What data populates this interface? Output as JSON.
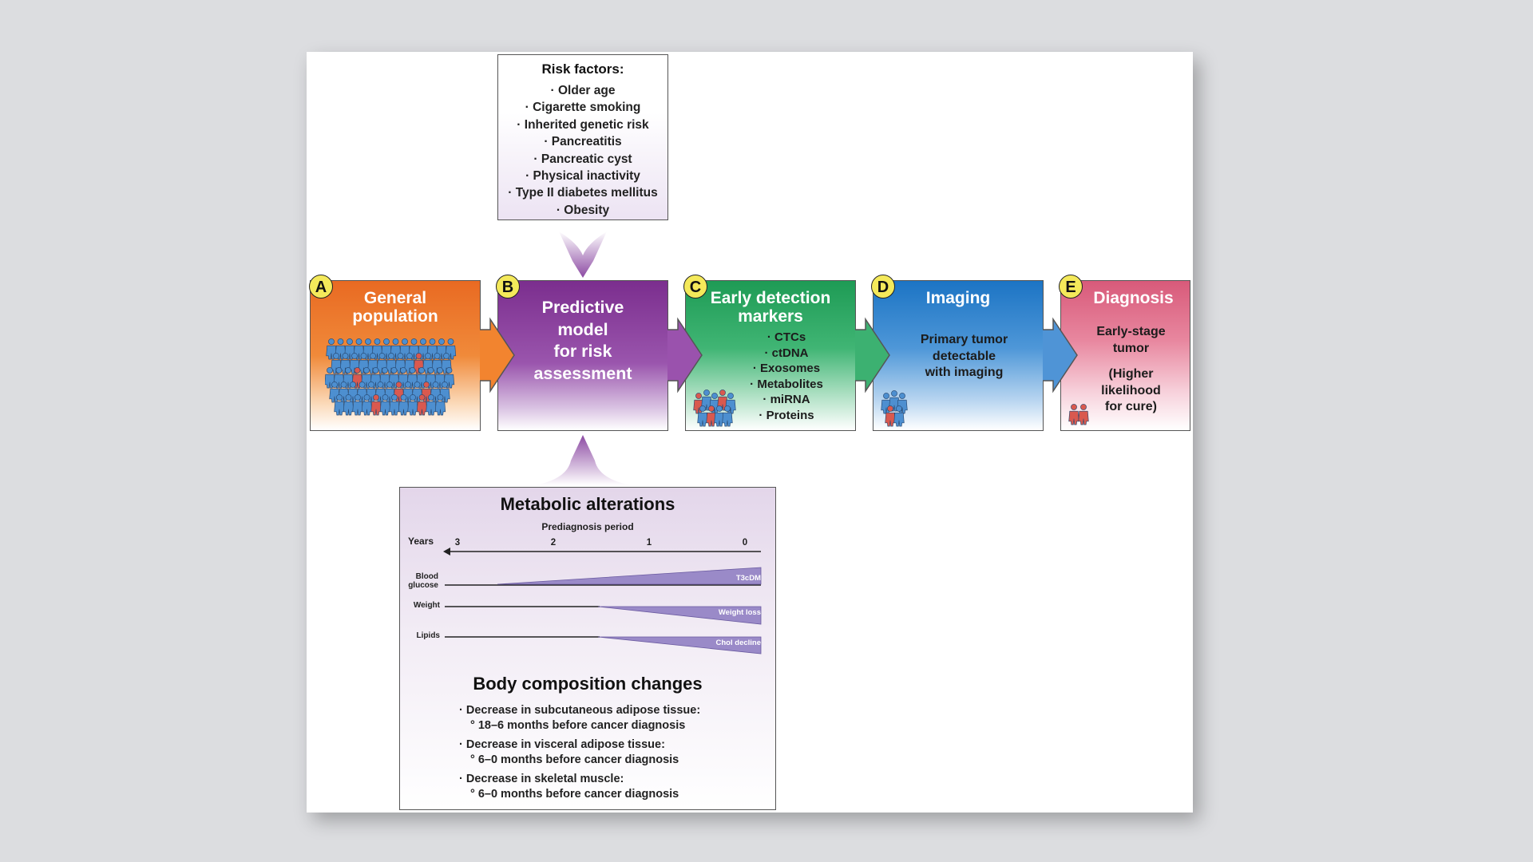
{
  "risk_factors": {
    "title": "Risk factors:",
    "items": [
      "· Older age",
      "· Cigarette smoking",
      "· Inherited genetic risk",
      "· Pancreatitis",
      "· Pancreatic cyst",
      "· Physical inactivity",
      "· Type II diabetes mellitus",
      "· Obesity"
    ]
  },
  "stages": {
    "a": {
      "letter": "A",
      "title_line1": "General",
      "title_line2": "population"
    },
    "b": {
      "letter": "B",
      "title_lines": [
        "Predictive",
        "model",
        "for risk",
        "assessment"
      ]
    },
    "c": {
      "letter": "C",
      "title_line1": "Early detection",
      "title_line2": "markers",
      "items": [
        "· CTCs",
        "· ctDNA",
        "· Exosomes",
        "· Metabolites",
        "· miRNA",
        "· Proteins"
      ]
    },
    "d": {
      "letter": "D",
      "title": "Imaging",
      "body_lines": [
        "Primary tumor",
        "detectable",
        "with imaging"
      ]
    },
    "e": {
      "letter": "E",
      "title": "Diagnosis",
      "body_lines": [
        "Early-stage",
        "tumor"
      ],
      "note_lines": [
        "(Higher",
        "likelihood",
        "for cure)"
      ]
    }
  },
  "metabolic": {
    "title": "Metabolic alterations",
    "period_label": "Prediagnosis period",
    "years_label": "Years",
    "ticks": [
      "3",
      "2",
      "1",
      "0"
    ],
    "rows": [
      {
        "label_line1": "Blood",
        "label_line2": "glucose",
        "tag": "T3cDM"
      },
      {
        "label_line1": "Weight",
        "tag": "Weight loss"
      },
      {
        "label_line1": "Lipids",
        "tag": "Chol decline"
      }
    ]
  },
  "body_composition": {
    "title": "Body composition changes",
    "items": [
      {
        "main": "· Decrease in subcutaneous adipose tissue:",
        "sub": "° 18–6 months before cancer diagnosis"
      },
      {
        "main": "· Decrease in visceral adipose tissue:",
        "sub": "° 6–0 months before cancer diagnosis"
      },
      {
        "main": "· Decrease in skeletal muscle:",
        "sub": "° 6–0 months before cancer diagnosis"
      }
    ]
  },
  "colors": {
    "stage_a": "#e96a22",
    "stage_b": "#7b2e8e",
    "stage_c": "#1e9b55",
    "stage_d": "#1c74c4",
    "stage_e": "#d85a7a",
    "badge": "#f4e95a",
    "person_blue": "#4d8fd0",
    "person_red": "#d9594f",
    "wedge": "#9a8ac8"
  }
}
